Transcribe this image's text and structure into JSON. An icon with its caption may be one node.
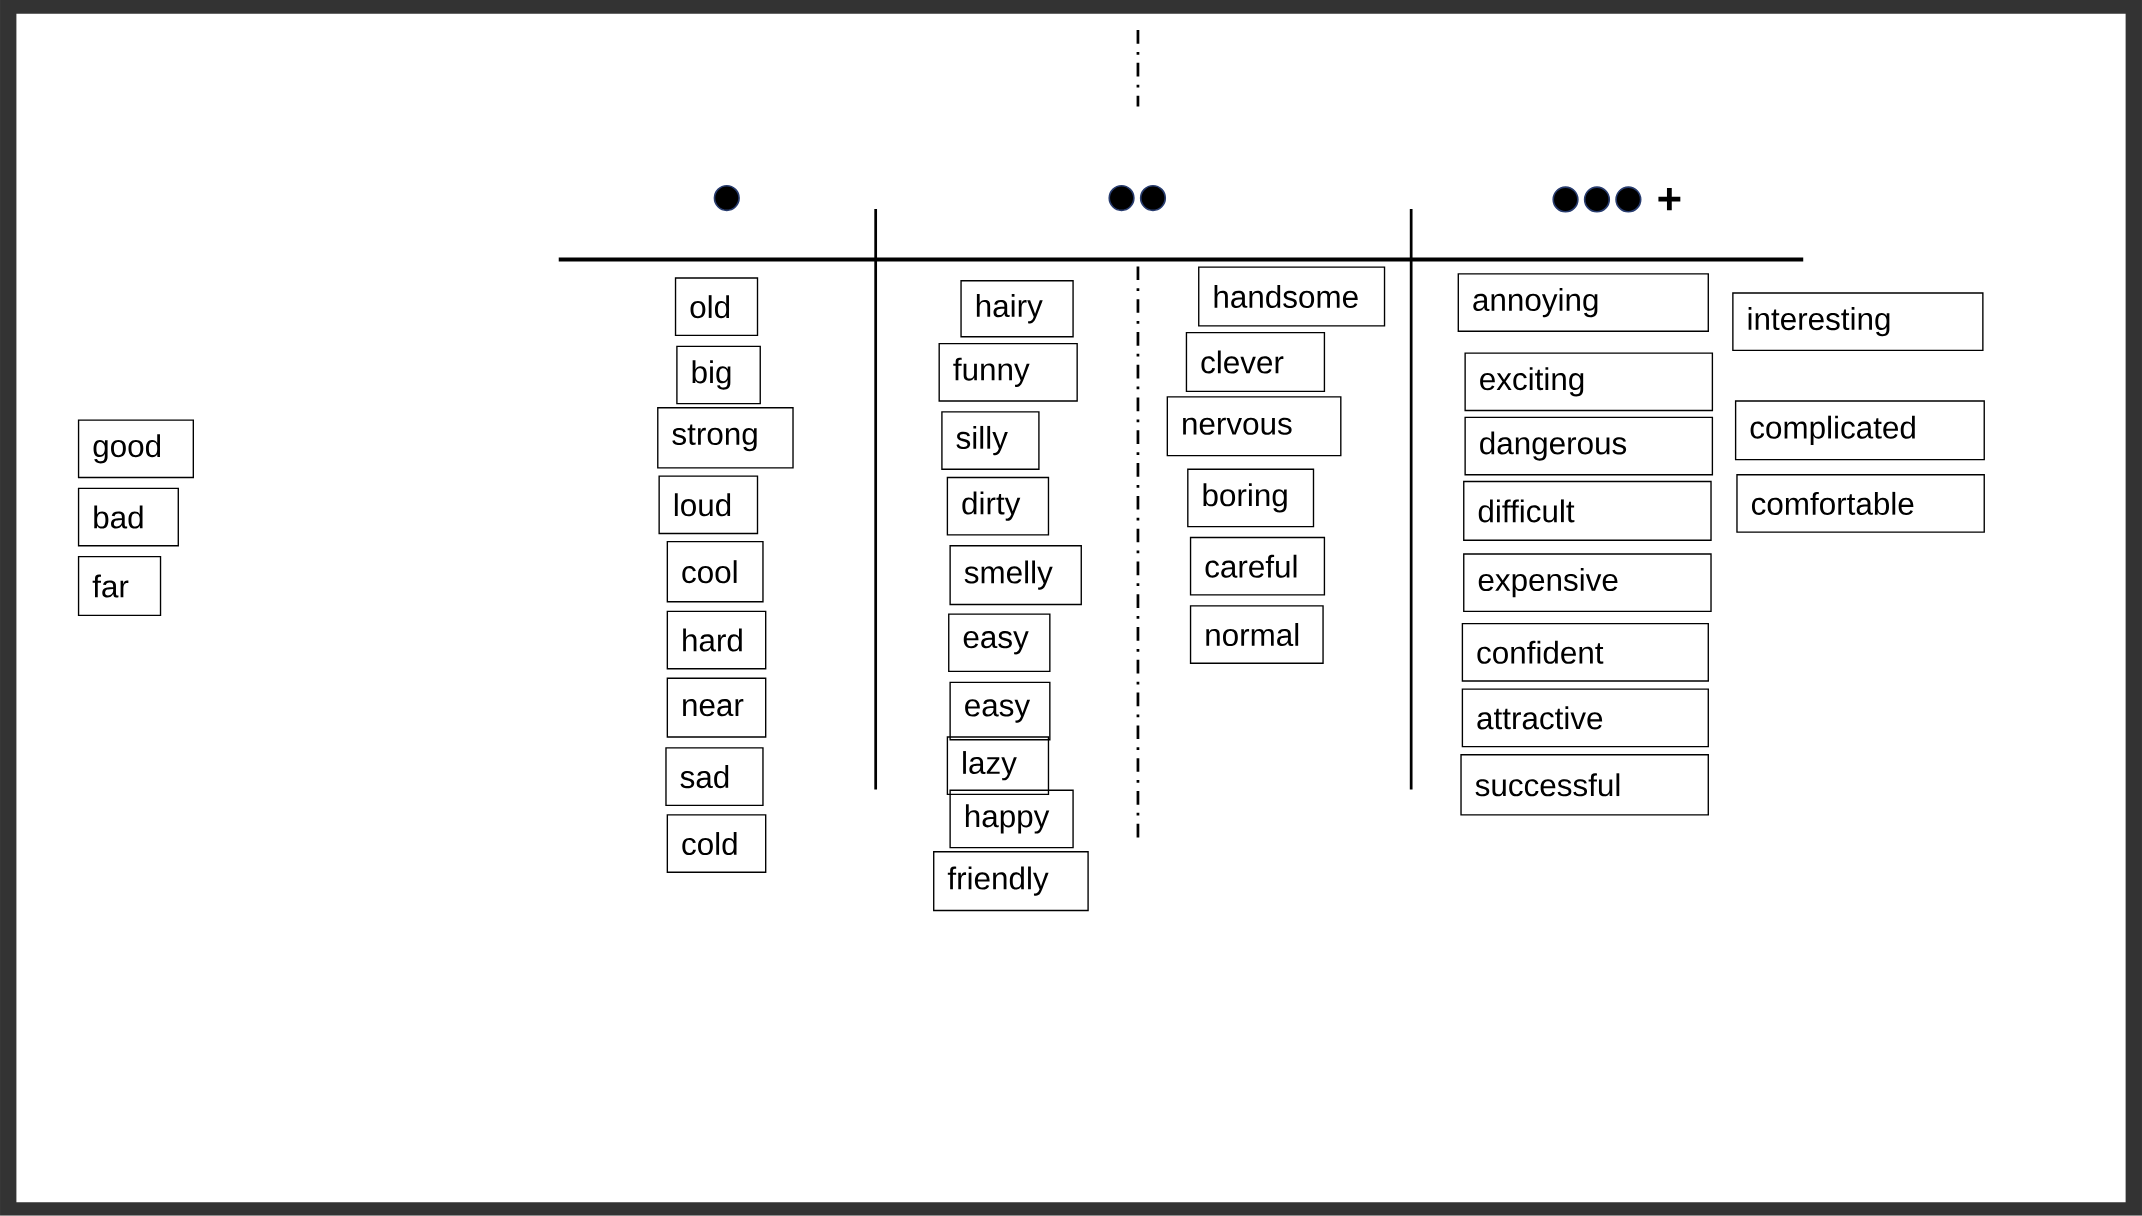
{
  "diagram": {
    "nodes": [
      {
        "text": [
          "good"
        ]
      },
      {
        "text": [
          "bad"
        ]
      },
      {
        "text": [
          "far"
        ]
      },
      {
        "text": [
          "old"
        ]
      },
      {
        "text": [
          "big"
        ]
      },
      {
        "text": [
          "strong"
        ]
      },
      {
        "text": [
          "loud"
        ]
      },
      {
        "text": [
          "cool"
        ]
      },
      {
        "text": [
          "hard"
        ]
      },
      {
        "text": [
          "near"
        ]
      },
      {
        "text": [
          "sad"
        ]
      },
      {
        "text": [
          "cold"
        ]
      },
      {
        "text": [
          "hairy"
        ]
      },
      {
        "text": [
          "funny"
        ]
      },
      {
        "text": [
          "silly"
        ]
      },
      {
        "text": [
          "dirty"
        ]
      },
      {
        "text": [
          "smelly"
        ]
      },
      {
        "text": [
          "easy"
        ]
      },
      {
        "text": [
          "easy"
        ]
      },
      {
        "text": [
          "lazy"
        ]
      },
      {
        "text": [
          "happy"
        ]
      },
      {
        "text": [
          "friendly"
        ]
      },
      {
        "text": [
          "handsome"
        ]
      },
      {
        "text": [
          "clever"
        ]
      },
      {
        "text": [
          "nervous"
        ]
      },
      {
        "text": [
          "boring"
        ]
      },
      {
        "text": [
          "careful"
        ]
      },
      {
        "text": [
          "normal"
        ]
      },
      {
        "text": [
          "annoying"
        ]
      },
      {
        "text": [
          "exciting"
        ]
      },
      {
        "text": [
          "dangerous"
        ]
      },
      {
        "text": [
          "difficult"
        ]
      },
      {
        "text": [
          "expensive"
        ]
      },
      {
        "text": [
          "confident"
        ]
      },
      {
        "text": [
          "attractive"
        ]
      },
      {
        "text": [
          "successful"
        ]
      },
      {
        "text": [
          "interesting"
        ]
      },
      {
        "text": [
          "complicated"
        ]
      },
      {
        "text": [
          "comfortable"
        ]
      }
    ],
    "labels": [
      "+"
    ]
  }
}
